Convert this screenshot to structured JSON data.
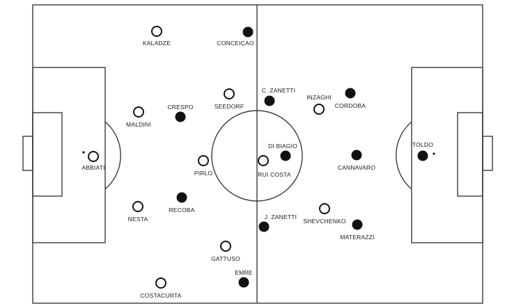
{
  "colors": {
    "pitch_line": "#3a3a3a",
    "white_team_marker": "#ffffff",
    "black_team_marker": "#111111",
    "background": "#ffffff"
  },
  "teams": [
    {
      "marker": "open",
      "players": [
        {
          "name": "KALADZE"
        },
        {
          "name": "MALDINI"
        },
        {
          "name": "ABBIATI"
        },
        {
          "name": "NESTA"
        },
        {
          "name": "COSTACURTA"
        },
        {
          "name": "SEEDORF"
        },
        {
          "name": "PIRLO"
        },
        {
          "name": "GATTUSO"
        },
        {
          "name": "RUI COSTA"
        },
        {
          "name": "INZAGHI"
        },
        {
          "name": "SHEVCHENKO"
        }
      ]
    },
    {
      "marker": "filled",
      "players": [
        {
          "name": "CONCEIÇAO"
        },
        {
          "name": "CRESPO"
        },
        {
          "name": "RECOBA"
        },
        {
          "name": "EMRE"
        },
        {
          "name": "C. ZANETTI"
        },
        {
          "name": "DI BIAGIO"
        },
        {
          "name": "J. ZANETTI"
        },
        {
          "name": "CORDOBA"
        },
        {
          "name": "CANNAVARO"
        },
        {
          "name": "MATERAZZI"
        },
        {
          "name": "TOLDO"
        }
      ]
    }
  ]
}
